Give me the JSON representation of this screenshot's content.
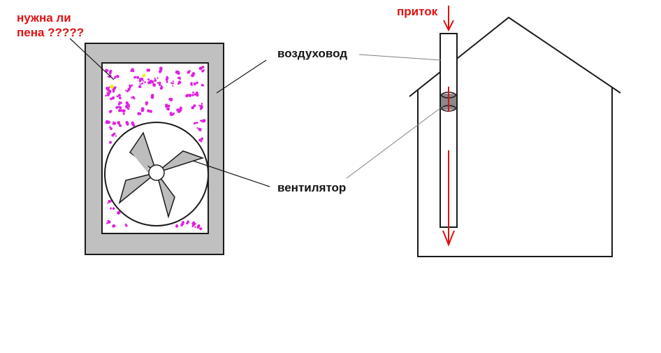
{
  "labels": {
    "foam_question_line1": "нужна ли",
    "foam_question_line2": "пена ?????",
    "duct": "воздуховод",
    "fan": "вентилятор",
    "inflow": "приток"
  },
  "colors": {
    "frame_fill": "#c0c0c0",
    "outline": "#1a1a1a",
    "foam_dots": "#e020e0",
    "foam_highlight": "#f0f020",
    "fan_blade": "#bdbdbd",
    "damper_fill": "#8a8a8a",
    "arrow": "#e01010",
    "leader_line": "#505050"
  },
  "icons": {
    "fan": "fan-icon",
    "house": "house-icon",
    "inflow_arrow": "arrow-down-icon"
  }
}
